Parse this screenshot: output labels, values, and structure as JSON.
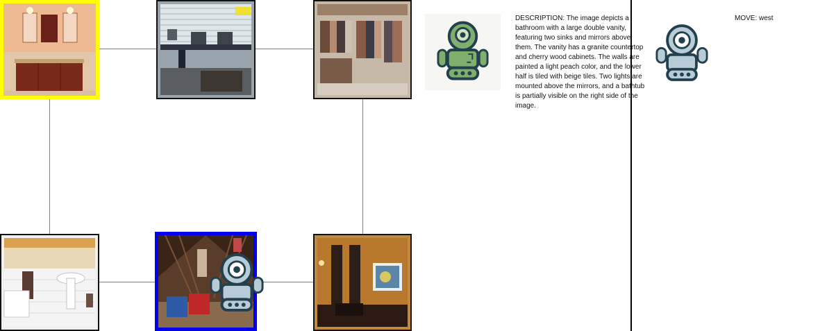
{
  "panel": {
    "description_label": "DESCRIPTION:",
    "description_text": "The image depicts a bathroom with a large double vanity, featuring two sinks and mirrors above them. The vanity has a granite countertop and cherry wood cabinets. The walls are painted a light peach color, and the lower half is tiled with beige tiles. Two lights are mounted above the mirrors, and a bathtub is partially visible on the right side of the image.",
    "move_label": "MOVE:",
    "move_value": "west"
  },
  "rooms": [
    {
      "name": "bathroom-vanity",
      "status": "current"
    },
    {
      "name": "computer-office",
      "status": "normal"
    },
    {
      "name": "walk-in-closet",
      "status": "normal"
    },
    {
      "name": "white-bathroom",
      "status": "normal"
    },
    {
      "name": "attic-storage",
      "status": "target"
    },
    {
      "name": "home-theater",
      "status": "normal"
    }
  ],
  "colors": {
    "current_border": "#ffff00",
    "target_border": "#0000ee",
    "edge": "#808080",
    "agent_green": "#7fae6d",
    "agent_blue": "#b8ccd8",
    "outline": "#23404f"
  }
}
